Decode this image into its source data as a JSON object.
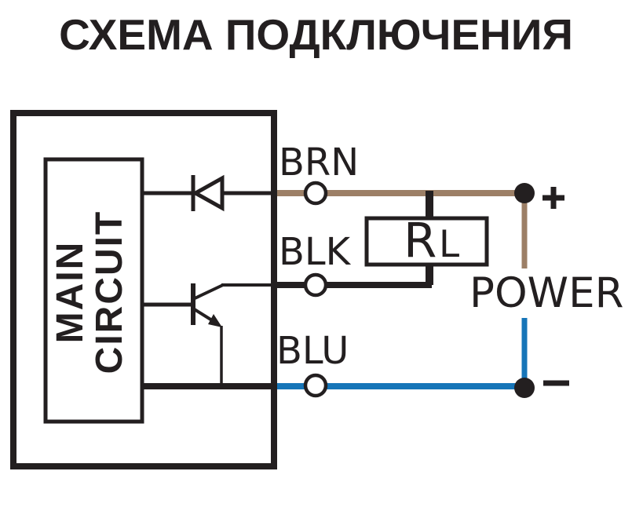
{
  "title": "СХЕМА ПОДКЛЮЧЕНИЯ",
  "sensor": {
    "main_circuit": {
      "line1": "MAIN",
      "line2": "CIRCUIT"
    }
  },
  "wires": {
    "brn": {
      "label": "BRN",
      "color": "#9c7f66"
    },
    "blk": {
      "label": "BLK",
      "color": "#231f20"
    },
    "blu": {
      "label": "BLU",
      "color": "#1675b8"
    }
  },
  "load": {
    "label_r": "R",
    "label_l": "L"
  },
  "power": {
    "label": "POWER",
    "plus": "+",
    "minus": "−"
  },
  "colors": {
    "line_black": "#231f20"
  }
}
